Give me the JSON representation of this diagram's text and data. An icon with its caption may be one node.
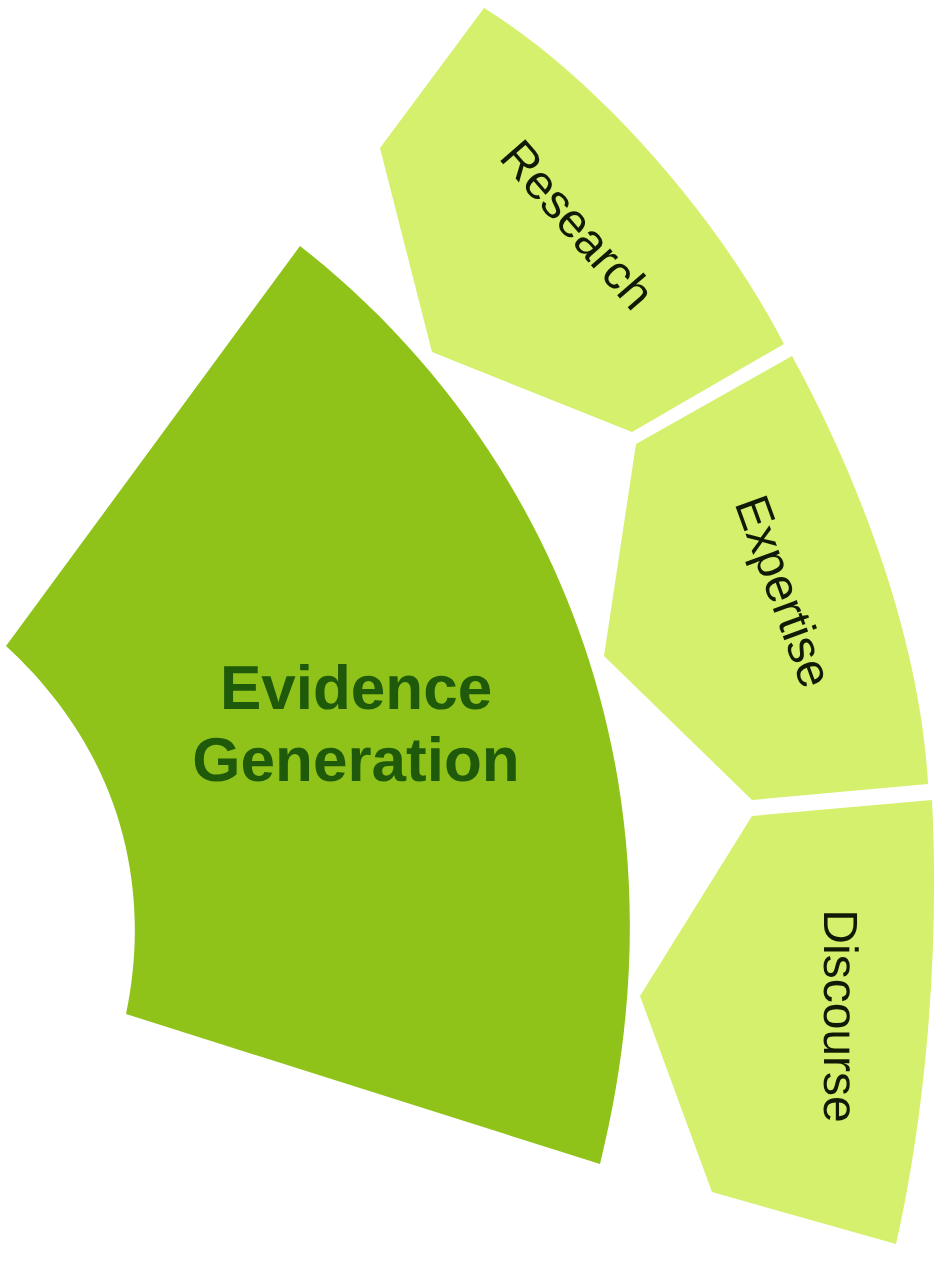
{
  "diagram": {
    "nodes": [
      {
        "text": [
          "Evidence Generation"
        ]
      },
      {
        "text": [
          "Research"
        ]
      },
      {
        "text": [
          "Expertise"
        ]
      },
      {
        "text": [
          "Discourse"
        ]
      }
    ]
  }
}
